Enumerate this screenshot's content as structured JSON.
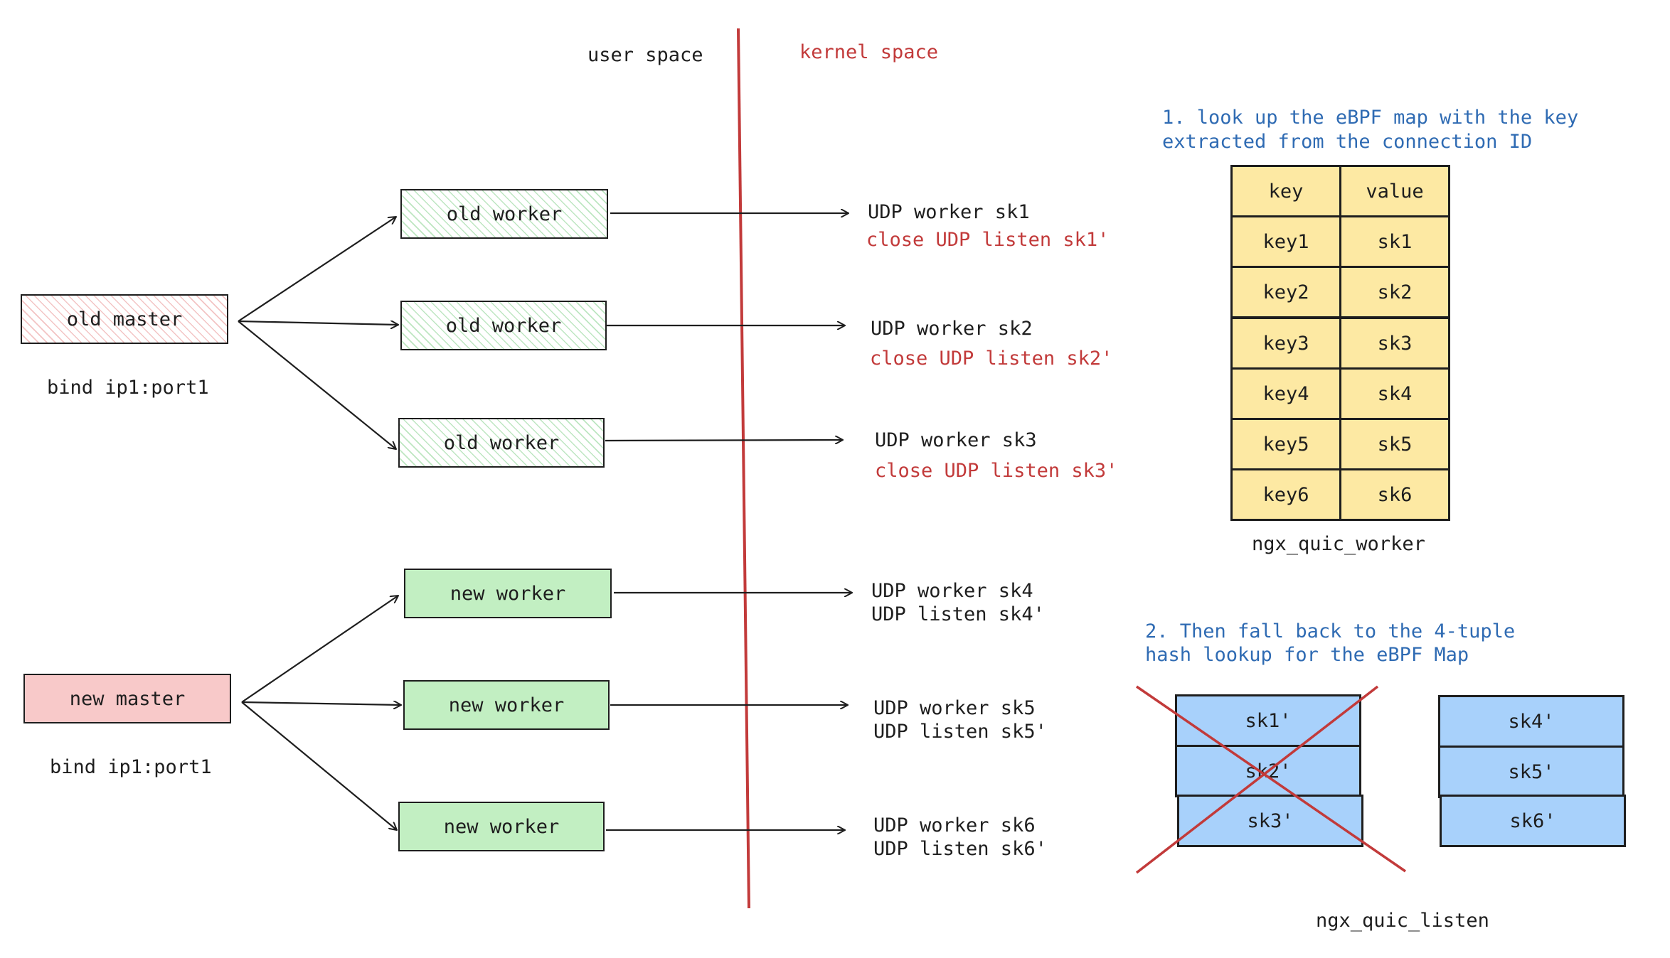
{
  "header": {
    "user_space": "user space",
    "kernel_space": "kernel space"
  },
  "masters": [
    {
      "label": "old master",
      "bind": "bind ip1:port1"
    },
    {
      "label": "new master",
      "bind": "bind ip1:port1"
    }
  ],
  "workers": [
    {
      "label": "old worker",
      "socket": "UDP worker sk1",
      "listen": "close UDP listen sk1'"
    },
    {
      "label": "old worker",
      "socket": "UDP worker sk2",
      "listen": "close UDP listen sk2'"
    },
    {
      "label": "old worker",
      "socket": "UDP worker sk3",
      "listen": "close UDP listen sk3'"
    },
    {
      "label": "new worker",
      "socket": "UDP worker sk4",
      "listen": "UDP listen sk4'"
    },
    {
      "label": "new worker",
      "socket": "UDP worker sk5",
      "listen": "UDP listen sk5'"
    },
    {
      "label": "new worker",
      "socket": "UDP worker sk6",
      "listen": "UDP listen sk6'"
    }
  ],
  "ebpf_map": {
    "note_line1": "1. look up the eBPF map with the key",
    "note_line2": "extracted from the connection ID",
    "header": [
      "key",
      "value"
    ],
    "rows": [
      [
        "key1",
        "sk1"
      ],
      [
        "key2",
        "sk2"
      ],
      [
        "key3",
        "sk3"
      ],
      [
        "key4",
        "sk4"
      ],
      [
        "key5",
        "sk5"
      ],
      [
        "key6",
        "sk6"
      ]
    ],
    "name": "ngx_quic_worker"
  },
  "listen_map": {
    "note_line1": "2. Then fall back to the 4-tuple",
    "note_line2": "hash lookup for the eBPF Map",
    "closed": [
      "sk1'",
      "sk2'",
      "sk3'"
    ],
    "active": [
      "sk4'",
      "sk5'",
      "sk6'"
    ],
    "name": "ngx_quic_listen"
  },
  "colors": {
    "divider": "#c23a3a",
    "closed_text": "#c23a3a",
    "note_text": "#2f6bb3",
    "map_fill": "#fde9a3",
    "socket_fill": "#a8d1fb",
    "old_master": "#f3c4c4",
    "new_master": "#f8c9c9",
    "old_worker": "#bde6c1",
    "new_worker": "#c2efc2"
  }
}
